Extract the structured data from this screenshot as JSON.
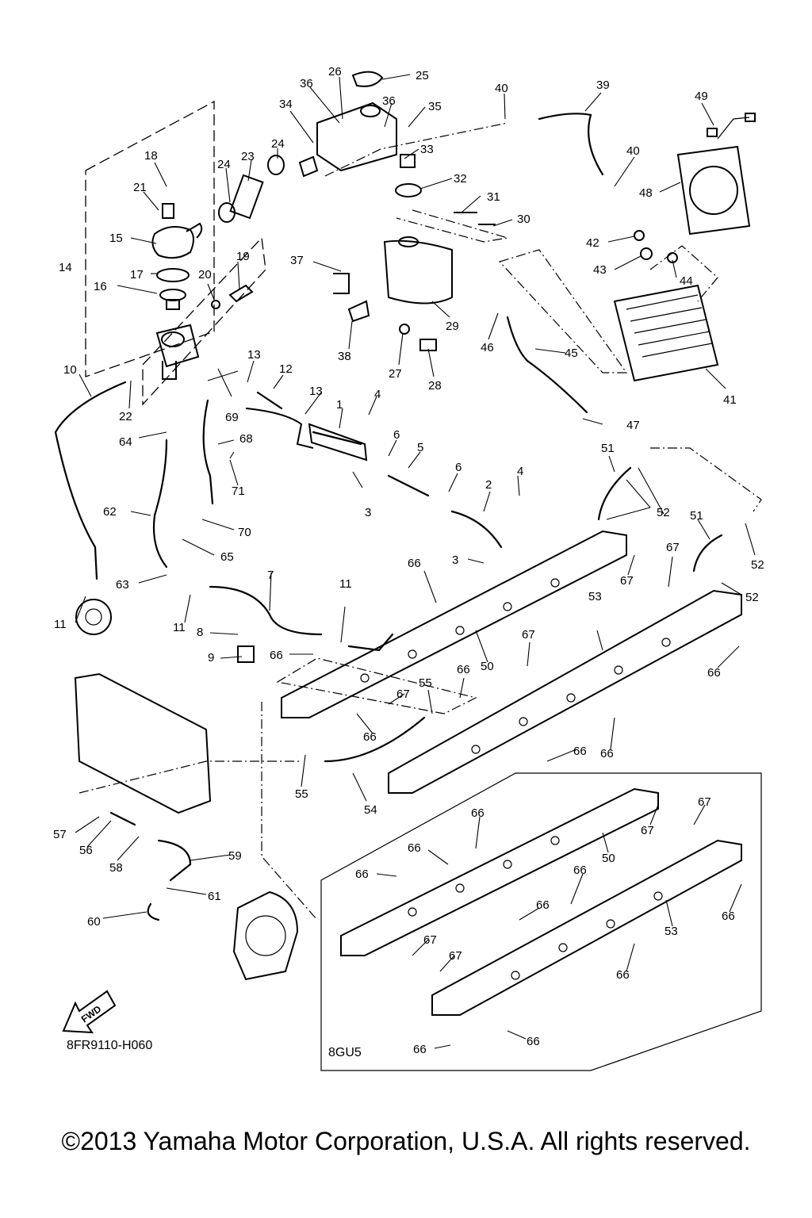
{
  "diagram": {
    "drawing_code": "8FR9110-H060",
    "inset_label": "8GU5",
    "fwd_label": "FWD",
    "copyright": "©2013 Yamaha Motor Corporation, U.S.A. All rights reserved."
  },
  "callouts": [
    "1",
    "2",
    "3",
    "3",
    "4",
    "4",
    "5",
    "6",
    "6",
    "7",
    "8",
    "9",
    "10",
    "11",
    "11",
    "11",
    "11",
    "12",
    "13",
    "13",
    "14",
    "15",
    "16",
    "17",
    "18",
    "19",
    "20",
    "21",
    "22",
    "23",
    "24",
    "24",
    "25",
    "26",
    "27",
    "28",
    "29",
    "30",
    "31",
    "32",
    "33",
    "34",
    "35",
    "36",
    "36",
    "37",
    "38",
    "39",
    "40",
    "40",
    "41",
    "42",
    "43",
    "44",
    "45",
    "46",
    "47",
    "48",
    "49",
    "50",
    "50",
    "51",
    "51",
    "52",
    "52",
    "52",
    "53",
    "53",
    "54",
    "55",
    "55",
    "56",
    "57",
    "58",
    "59",
    "60",
    "61",
    "62",
    "63",
    "64",
    "65",
    "66",
    "66",
    "66",
    "66",
    "66",
    "66",
    "66",
    "66",
    "66",
    "66",
    "66",
    "66",
    "66",
    "66",
    "66",
    "67",
    "67",
    "67",
    "67",
    "67",
    "67",
    "67",
    "68",
    "69",
    "70",
    "71"
  ]
}
